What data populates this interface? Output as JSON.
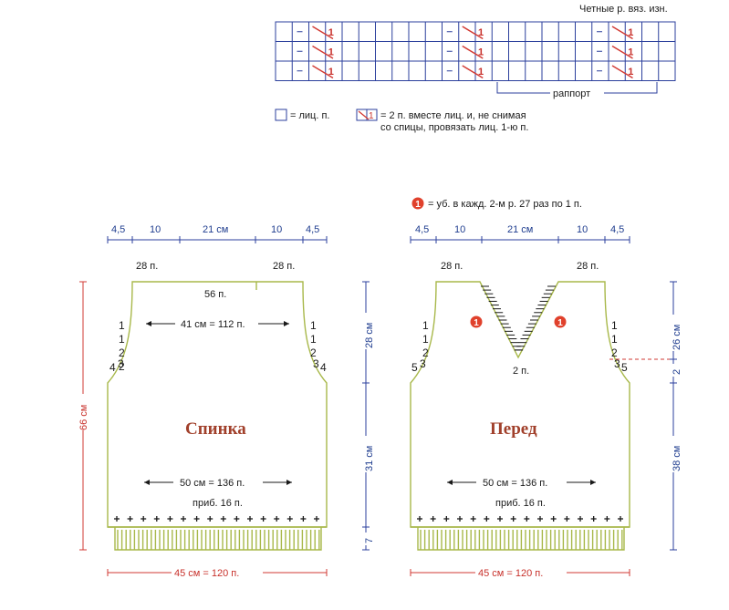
{
  "chart": {
    "caption": "Четные р. вяз. изн.",
    "symbol_number": "1",
    "repeat_label": "раппорт"
  },
  "legend": {
    "knit": "= лиц. п.",
    "k2tog_line1": "= 2 п. вместе лиц. и, не снимая",
    "k2tog_line2": "со спицы, провязать лиц. 1-ю п."
  },
  "note": {
    "marker": "1",
    "text": "= уб. в кажд. 2-м р. 27 раз по 1 п."
  },
  "back": {
    "title": "Спинка",
    "top_dims": [
      "4,5",
      "10",
      "21 см",
      "10",
      "4,5"
    ],
    "shoulder_left": "28 п.",
    "shoulder_right": "28 п.",
    "neck": "56 п.",
    "chest": "41 см = 112 п.",
    "armhole_left": [
      "1",
      "1",
      "2",
      "2",
      "3",
      "4"
    ],
    "armhole_right": [
      "1",
      "1",
      "2",
      "2",
      "3",
      "4"
    ],
    "width": "50 см = 136 п.",
    "increase": "приб. 16 п.",
    "bottom": "45 см = 120 п.",
    "height_total": "66 см",
    "height_armhole": "28 см",
    "height_body": "31 см",
    "height_rib": "7"
  },
  "front": {
    "title": "Перед",
    "top_dims": [
      "4,5",
      "10",
      "21 см",
      "10",
      "4,5"
    ],
    "shoulder_left": "28 п.",
    "shoulder_right": "28 п.",
    "v_marker_left": "1",
    "v_marker_right": "1",
    "v_bottom": "2 п.",
    "armhole_left": [
      "1",
      "1",
      "2",
      "3",
      "5"
    ],
    "armhole_right": [
      "1",
      "1",
      "2",
      "3",
      "5"
    ],
    "width": "50 см = 136 п.",
    "increase": "приб. 16 п.",
    "bottom": "45 см = 120 п.",
    "height_armhole": "26 см",
    "height_vstart": "2",
    "height_body": "38 см"
  },
  "colors": {
    "grid_blue": "#2b3f9c",
    "dim_red": "#d23a33",
    "outline_green": "#a8b84a",
    "title_brown": "#a1402b",
    "marker_red": "#e0412c"
  }
}
